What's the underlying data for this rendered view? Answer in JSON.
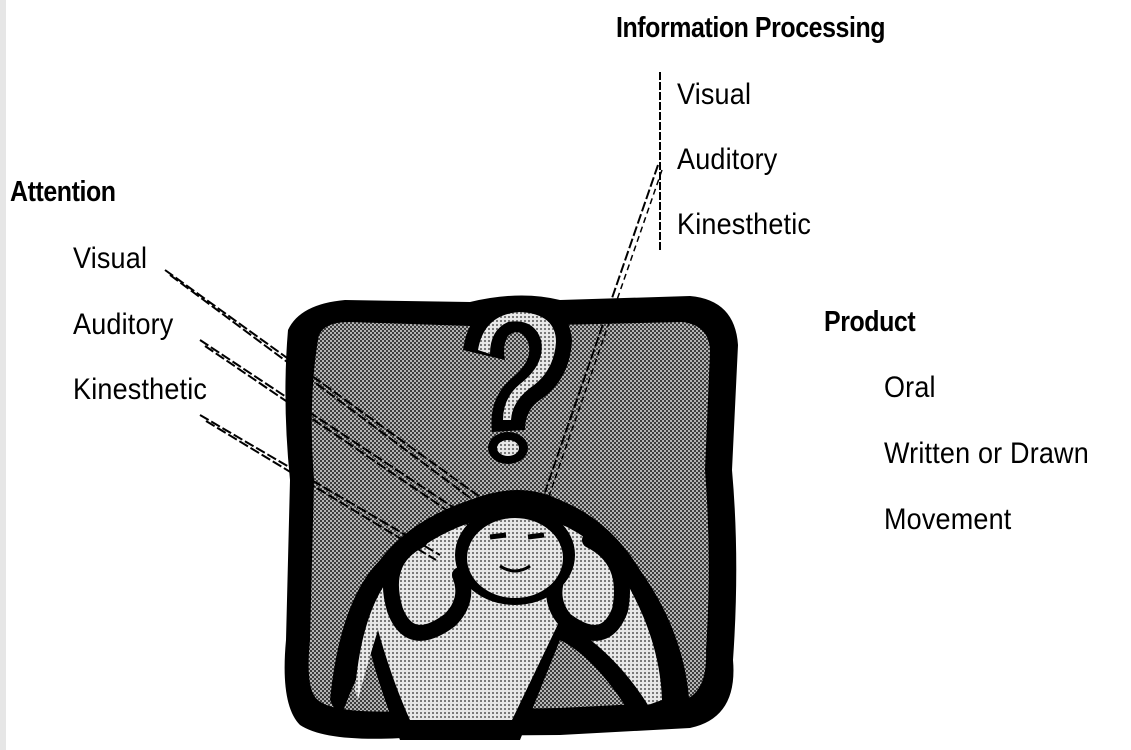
{
  "info_processing": {
    "heading": "Information Processing",
    "items": [
      "Visual",
      "Auditory",
      "Kinesthetic"
    ]
  },
  "attention": {
    "heading": "Attention",
    "items": [
      "Visual",
      "Auditory",
      "Kinesthetic"
    ]
  },
  "product": {
    "heading": "Product",
    "items": [
      "Oral",
      "Written or Drawn",
      "Movement"
    ]
  },
  "icons": {
    "clipart": "thinking-person-question-mark-icon"
  },
  "colors": {
    "outline": "#000000",
    "panel_fill": "#8c8c8c",
    "figure_fill": "#cfcfcf",
    "background": "#ffffff"
  }
}
